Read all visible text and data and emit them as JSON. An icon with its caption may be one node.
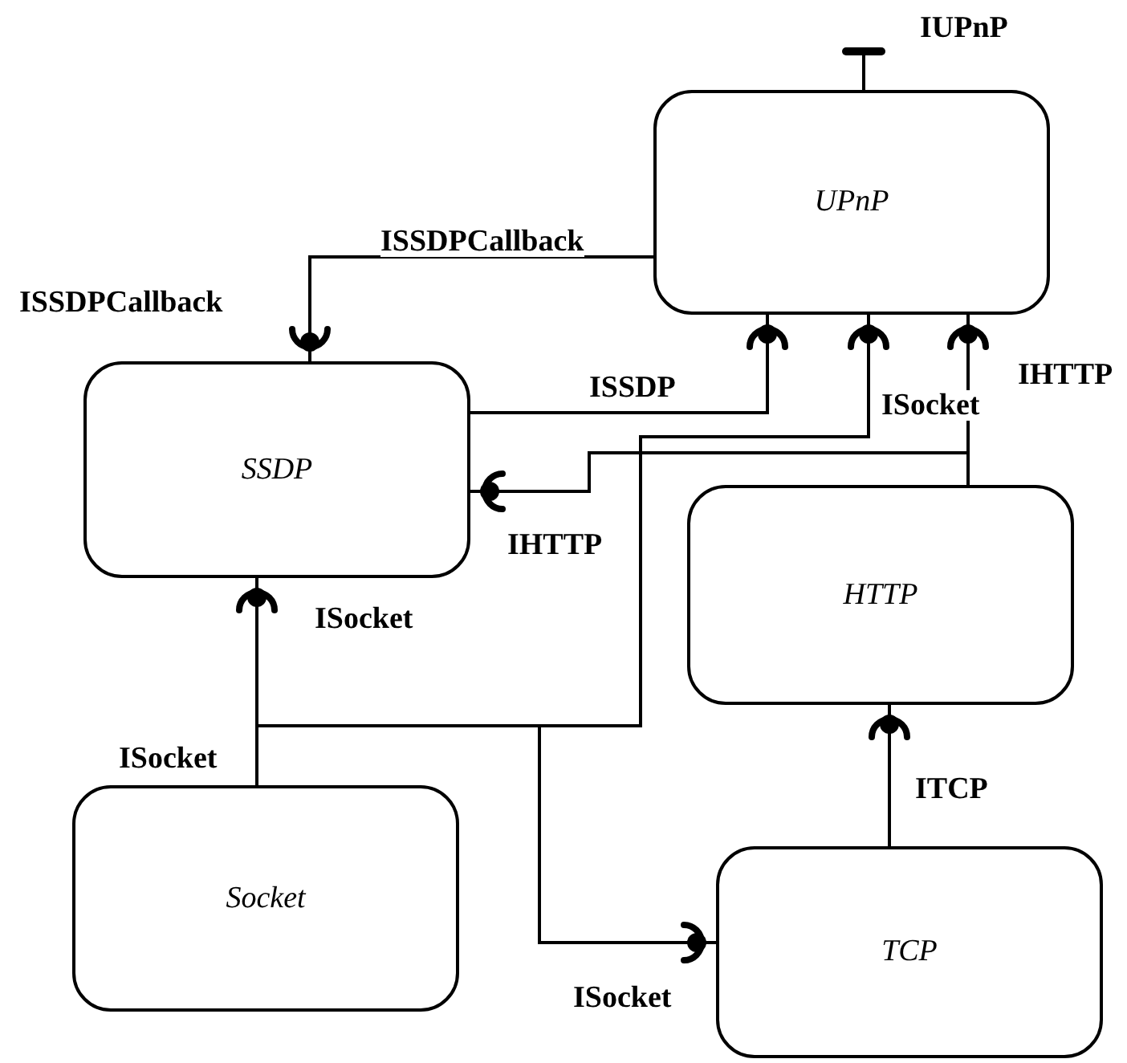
{
  "diagram": {
    "nodes": [
      {
        "text": [
          "UPnP"
        ]
      },
      {
        "text": [
          "SSDP"
        ]
      },
      {
        "text": [
          "HTTP"
        ]
      },
      {
        "text": [
          "Socket"
        ]
      },
      {
        "text": [
          "TCP"
        ]
      }
    ],
    "edges": [
      {
        "from": 0,
        "to": 1,
        "arrow": "other",
        "label": "ISSDPCallback"
      },
      {
        "from": 1,
        "to": 0,
        "arrow": "other",
        "label": "ISSDP"
      },
      {
        "from": 3,
        "to": 1,
        "arrow": "other",
        "label": "ISocket"
      },
      {
        "from": 3,
        "to": 0,
        "arrow": "other",
        "label": "ISocket"
      },
      {
        "from": 3,
        "to": 4,
        "arrow": "other",
        "label": "ISocket"
      },
      {
        "from": 2,
        "to": 0,
        "arrow": "other",
        "label": "IHTTP"
      },
      {
        "from": 2,
        "to": 1,
        "arrow": "other",
        "label": "IHTTP"
      },
      {
        "from": 4,
        "to": 2,
        "arrow": "other",
        "label": "ITCP"
      },
      {
        "from": 0,
        "to": null,
        "arrow": "other",
        "label": "IUPnP"
      }
    ],
    "labels": [
      "ISSDPCallback",
      "ISocket"
    ]
  }
}
